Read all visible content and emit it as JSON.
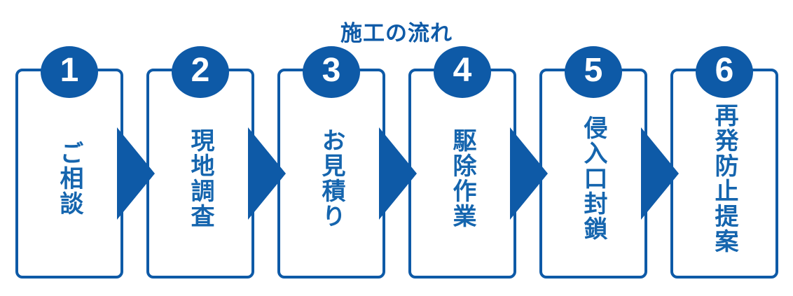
{
  "title": "施工の流れ",
  "colors": {
    "primary_blue": "#0e5aa7",
    "label_blue": "#1565ae",
    "number_text": "#ffffff",
    "background": "#ffffff"
  },
  "steps": [
    {
      "number": "1",
      "label": "ご相談"
    },
    {
      "number": "2",
      "label": "現地調査"
    },
    {
      "number": "3",
      "label": "お見積り"
    },
    {
      "number": "4",
      "label": "駆除作業"
    },
    {
      "number": "5",
      "label": "侵入口封鎖"
    },
    {
      "number": "6",
      "label": "再発防止提案"
    }
  ]
}
